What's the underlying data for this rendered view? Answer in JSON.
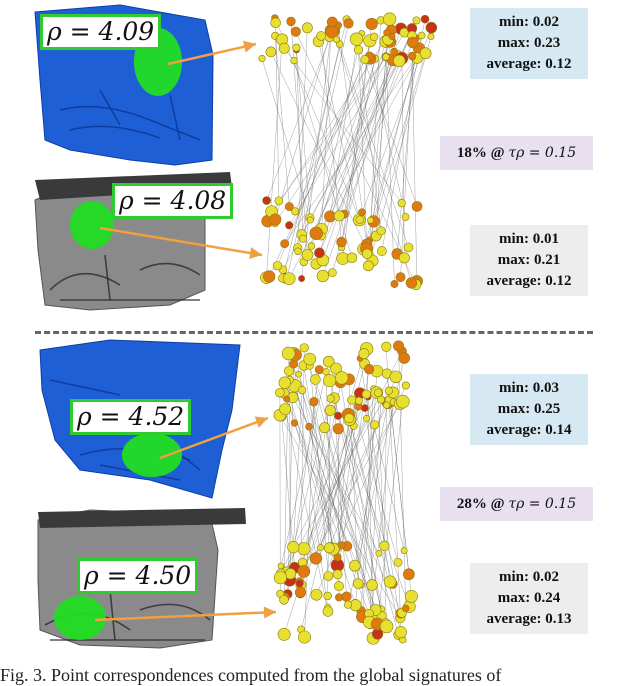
{
  "figure": {
    "panels": [
      {
        "rho_top": "ρ = 4.09",
        "rho_bottom": "ρ = 4.08",
        "stats_top": {
          "min": "min: 0.02",
          "max": "max: 0.23",
          "average": "average: 0.12"
        },
        "threshold": {
          "percent": "18% @",
          "expr": "τρ = 0.15"
        },
        "stats_bottom": {
          "min": "min: 0.01",
          "max": "max: 0.21",
          "average": "average: 0.12"
        }
      },
      {
        "rho_top": "ρ = 4.52",
        "rho_bottom": "ρ = 4.50",
        "stats_top": {
          "min": "min: 0.03",
          "max": "max: 0.25",
          "average": "average: 0.14"
        },
        "threshold": {
          "percent": "28% @",
          "expr": "τρ = 0.15"
        },
        "stats_bottom": {
          "min": "min: 0.02",
          "max": "max: 0.24",
          "average": "average: 0.13"
        }
      }
    ],
    "caption": "Fig. 3.  Point correspondences computed from the global signatures of"
  },
  "colors": {
    "blue_scan": "#1f5fd6",
    "gray_scan": "#8a8a8a",
    "sphere_green": "#22dd22",
    "arrow_orange": "#f0a040",
    "point_yellow": "#e8e030",
    "point_orange": "#e07a10",
    "point_red": "#c8301a"
  }
}
